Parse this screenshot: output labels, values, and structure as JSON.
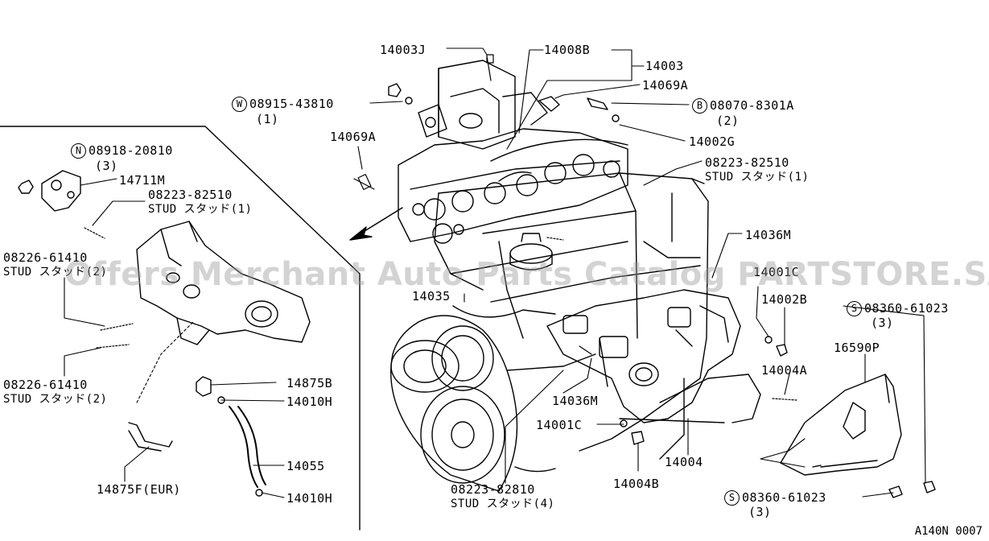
{
  "watermark": "Offers Merchant Auto Parts Catalog PARTSTORE.SA",
  "diagram_code": "A140N 0007",
  "labels": {
    "p14003J": "14003J",
    "p14008B": "14008B",
    "p14003": "14003",
    "p14069A_top": "14069A",
    "w_code": "W",
    "w_part": "08915-43810",
    "w_qty": "(1)",
    "b_code": "B",
    "b_part": "08070-8301A",
    "b_qty": "(2)",
    "p14002G": "14002G",
    "p14069A_left": "14069A",
    "n_code": "N",
    "n_part": "08918-20810",
    "n_qty": "(3)",
    "p14711M": "14711M",
    "stud1_part": "08223-82510",
    "stud1_desc": "STUD スタッド(1)",
    "stud1r_part": "08223-82510",
    "stud1r_desc": "STUD スタッド(1)",
    "stud_a_part": "08226-61410",
    "stud_a_desc": "STUD スタッド(2)",
    "stud_b_part": "08226-61410",
    "stud_b_desc": "STUD スタッド(2)",
    "p14036M_top": "14036M",
    "p14001C_top": "14001C",
    "p14002B": "14002B",
    "s1_code": "S",
    "s1_part": "08360-61023",
    "s1_qty": "(3)",
    "p16590P": "16590P",
    "p14035": "14035",
    "p14875B": "14875B",
    "p14010H_a": "14010H",
    "p14004A": "14004A",
    "p14036M_bot": "14036M",
    "p14001C_bot": "14001C",
    "p14055": "14055",
    "p14004": "14004",
    "p14875F": "14875F(EUR)",
    "p14004B": "14004B",
    "stud4_part": "08223-82810",
    "stud4_desc": "STUD スタッド(4)",
    "s2_code": "S",
    "s2_part": "08360-61023",
    "s2_qty": "(3)",
    "p14010H_b": "14010H"
  }
}
